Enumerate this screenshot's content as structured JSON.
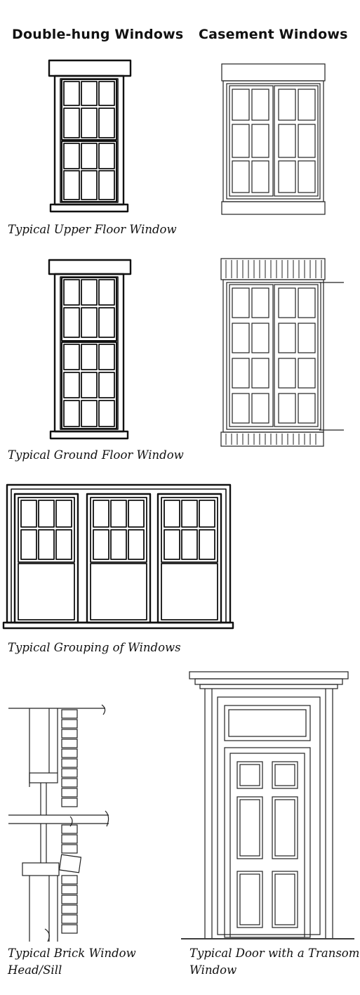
{
  "headings": {
    "double_hung": "Double-hung Windows",
    "casement": "Casement Windows"
  },
  "captions": {
    "upper_floor": "Typical Upper Floor Window",
    "ground_floor": "Typical Ground Floor Window",
    "grouping": "Typical Grouping of Windows",
    "brick_head_sill_line1": "Typical Brick Window",
    "brick_head_sill_line2": "Head/Sill",
    "door_transom_line1": "Typical Door with a Transom",
    "door_transom_line2": "Window"
  }
}
